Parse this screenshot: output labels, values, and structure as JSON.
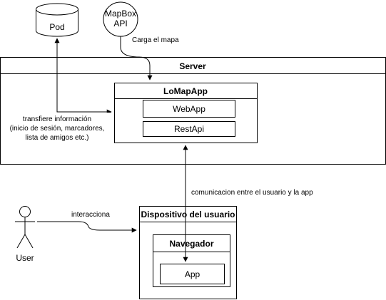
{
  "nodes": {
    "pod": "Pod",
    "mapbox_line1": "MapBox",
    "mapbox_line2": "API",
    "server_title": "Server",
    "lomapapp_title": "LoMapApp",
    "webapp": "WebApp",
    "restapi": "RestApi",
    "device_title": "Dispositivo del usuario",
    "browser_title": "Navegador",
    "app": "App",
    "user": "User"
  },
  "edge_labels": {
    "carga_mapa": "Carga el mapa",
    "transfiere_line1": "transfiere información",
    "transfiere_line2": "(inicio de sesión, marcadores,",
    "transfiere_line3": "lista de amigos etc.)",
    "comunicacion": "comunicacion entre el usuario y la app",
    "interacciona": "interacciona"
  }
}
